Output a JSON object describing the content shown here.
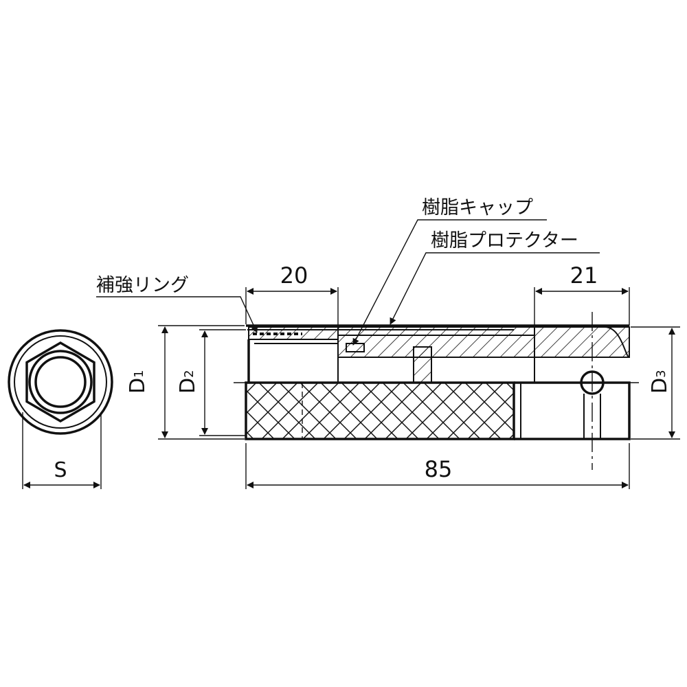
{
  "labels": {
    "reinforcement_ring": "補強リング",
    "resin_cap": "樹脂キャップ",
    "resin_protector": "樹脂プロテクター"
  },
  "dimensions": {
    "overall_length": "85",
    "cap_length": "20",
    "drive_end_length": "21",
    "across_flats": "S",
    "d1_letter": "D",
    "d1_sub": "1",
    "d2_letter": "D",
    "d2_sub": "2",
    "d3_letter": "D",
    "d3_sub": "3"
  }
}
